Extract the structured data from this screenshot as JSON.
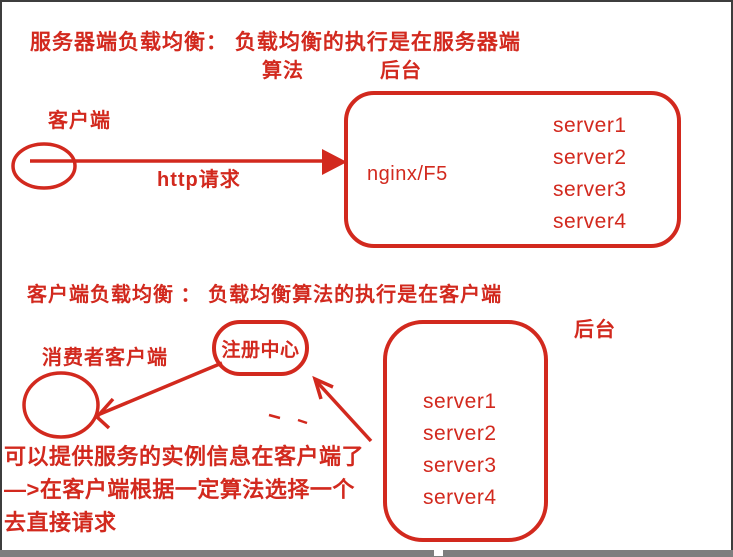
{
  "colors": {
    "ink": "#d2291e",
    "frame": "#3d3d3d",
    "bottom_bar": "#7e7e7e",
    "bottom_bar_handle": "#ffffff"
  },
  "section_server": {
    "title": "服务器端负载均衡： 负载均衡的执行是在服务器端",
    "algorithm_label": "算法",
    "backend_label": "后台",
    "client_label": "客户端",
    "arrow_label": "http请求",
    "balancer_label": "nginx/F5",
    "servers": [
      "server1",
      "server2",
      "server3",
      "server4"
    ]
  },
  "section_client": {
    "title": "客户端负载均衡 ： 负载均衡算法的执行是在客户端",
    "backend_label": "后台",
    "consumer_label": "消费者客户端",
    "registry_label": "注册中心",
    "servers": [
      "server1",
      "server2",
      "server3",
      "server4"
    ],
    "note_line1": "可以提供服务的实例信息在客户端了",
    "note_line2": "—>在客户端根据一定算法选择一个",
    "note_line3": "去直接请求"
  }
}
